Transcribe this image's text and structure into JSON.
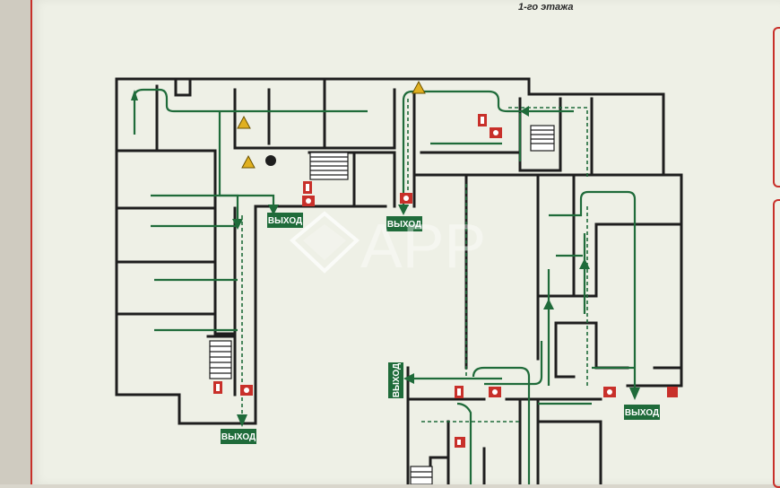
{
  "header": {
    "subtitle": "1-го этажа"
  },
  "exits": [
    {
      "label": "ВЫХОД"
    },
    {
      "label": "ВЫХОД"
    },
    {
      "label": "ВЫХОД"
    },
    {
      "label": "ВЫХОД"
    },
    {
      "label": "ВЫХОД"
    }
  ],
  "watermark": {
    "text": "APP"
  },
  "colors": {
    "wall": "#1e1e1e",
    "route": "#1f6b3a",
    "exit_sign": "#1f6b3a",
    "fire_equipment": "#c8302a",
    "warning": "#e0b020"
  }
}
